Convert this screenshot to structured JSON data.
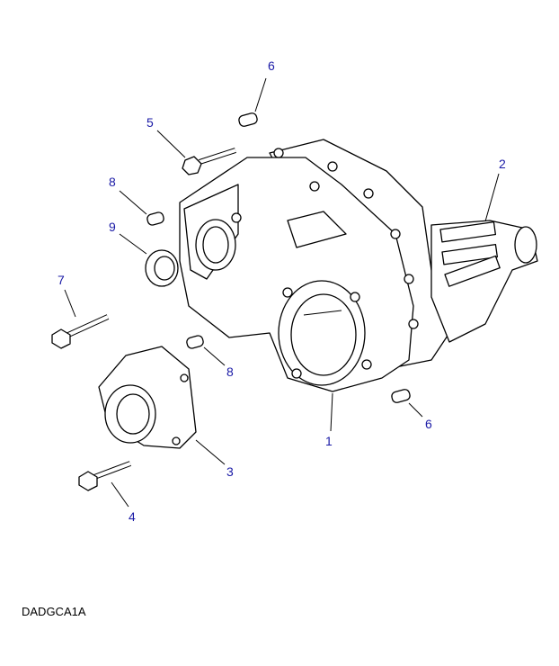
{
  "diagram": {
    "caption": "DADGCA1A",
    "callout_color": "#1a1aa6",
    "callouts": [
      {
        "id": "callout-6-top",
        "label": "6"
      },
      {
        "id": "callout-5",
        "label": "5"
      },
      {
        "id": "callout-8-top",
        "label": "8"
      },
      {
        "id": "callout-9",
        "label": "9"
      },
      {
        "id": "callout-7",
        "label": "7"
      },
      {
        "id": "callout-8-bottom",
        "label": "8"
      },
      {
        "id": "callout-3",
        "label": "3"
      },
      {
        "id": "callout-4",
        "label": "4"
      },
      {
        "id": "callout-1",
        "label": "1"
      },
      {
        "id": "callout-6-bottom",
        "label": "6"
      },
      {
        "id": "callout-2",
        "label": "2"
      }
    ]
  }
}
